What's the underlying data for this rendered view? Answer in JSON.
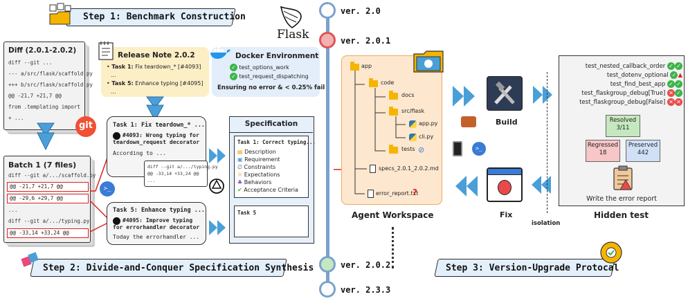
{
  "step1": {
    "title": "Step 1: Benchmark Construction"
  },
  "step2": {
    "title": "Step 2: Divide-and-Conquer Specification Synthesis"
  },
  "step3": {
    "title": "Step 3: Version-Upgrade Protocal"
  },
  "flask_label": "Flask",
  "diff": {
    "title": "Diff (2.0.1-2.0.2)",
    "lines": [
      "diff --git ...",
      "--- a/src/flask/scaffold.py",
      "+++ b/src/flask/scaffold.py",
      "@@ -21,7 +21,7 @@",
      "from .templating import",
      "+ ..."
    ]
  },
  "git_label": "git",
  "release_note": {
    "title": "Release Note 2.0.2",
    "task1_prefix": "Task 1:",
    "task1_text": "Fix teardown_* [#4093]",
    "ellipsis1": "...",
    "task5_prefix": "Task 5:",
    "task5_text": "Enhance typing [#4095]",
    "ellipsis2": "..."
  },
  "docker": {
    "title": "Docker Environment",
    "test1": "test_options_work",
    "test2": "test_request_dispatching",
    "note": "Ensuring no error & < 0.25% fail"
  },
  "batch": {
    "title": "Batch 1 (7 files)",
    "line1": "diff --git a/.../scaffold.py",
    "hunk1": "@@ -21,7 +21,7 @@",
    "hunk2": "@@ -29,6 +29,7 @@",
    "dots": "...",
    "line2": "diff --git a/.../typing.py",
    "hunk3": "@@ -33,14 +33,24 @@"
  },
  "task1_card": {
    "title": "Task 1: Fix teardown_* ...",
    "issue": "#4093: Wrong typing for teardown_request decorator",
    "body": "According to ..."
  },
  "mini_diff": {
    "l1": "diff --git a/.../typing.py",
    "l2": "@@ -33,14 +33,24 @@",
    "l3": "..."
  },
  "task5_card": {
    "title": "Task 5: Enhance typing ...",
    "issue": "#4095: Improve typing for errorhandler decorator",
    "body": "Today the errorhandler ..."
  },
  "spec": {
    "title": "Specification",
    "task1": "Task 1: Correct typing...",
    "items": [
      "Description",
      "Requirement",
      "Constraints",
      "Expectations",
      "Behaviors",
      "Acceptance Criteria"
    ],
    "task5": "Task 5"
  },
  "versions": [
    "ver. 2.0",
    "ver. 2.0.1",
    "ver. 2.0.2",
    "ver. 2.3.3"
  ],
  "workspace": {
    "label": "Agent Workspace",
    "tree": [
      "app",
      "code",
      "docs",
      "src/flask",
      "app.py",
      "cli.py",
      "tests",
      "specs_2.0.1_2.0.2.md",
      "error_report.txt"
    ]
  },
  "build_label": "Build",
  "fix_label": "Fix",
  "isolation_label": "isolation",
  "hidden": {
    "label": "Hidden test",
    "tests": [
      "test_nested_callback_order",
      "test_dotenv_optional",
      "test_find_best_app",
      "test_flaskgroup_debug[True]",
      "test_flaskgroup_debug[False]"
    ],
    "resolved_label": "Resolved",
    "resolved_value": "3/11",
    "regressed_label": "Regressed",
    "regressed_value": "18",
    "preserved_label": "Preserved",
    "preserved_value": "442",
    "report_label": "Write the error report"
  },
  "colors": {
    "accent_blue": "#4a9fd8",
    "red": "#e02020",
    "workspace_bg": "#fde7cf",
    "banner_bg": "#e3f0fb"
  }
}
